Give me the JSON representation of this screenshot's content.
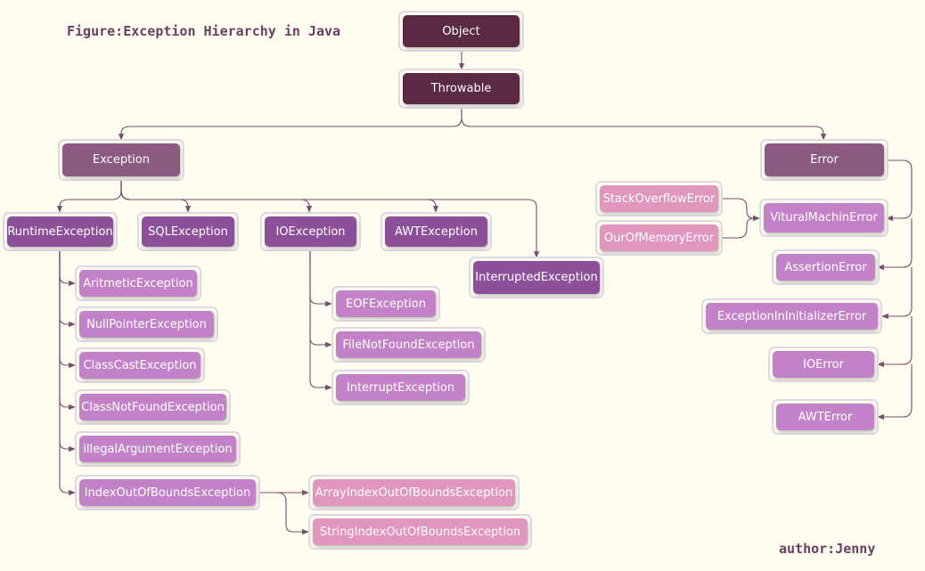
{
  "caption": "Figure:Exception Hierarchy in Java",
  "author": "author:Jenny",
  "colors": {
    "background": "#fefdf0",
    "level0": "#5a2a42",
    "level1": "#8a5a80",
    "level2": "#8c4f9a",
    "level3": "#c382c8",
    "level4": "#e096bd",
    "edge": "#7a4d6a"
  },
  "nodes": {
    "object": "Object",
    "throwable": "Throwable",
    "exception": "Exception",
    "error": "Error",
    "runtime": "RuntimeException",
    "sql": "SQLException",
    "io": "IOException",
    "awt": "AWTException",
    "interrupted": "InterruptedException",
    "aritmetic": "AritmeticException",
    "nullpointer": "NullPointerException",
    "classcast": "ClassCastException",
    "classnotfound": "ClassNotFoundException",
    "illegalarg": "illegalArgumentException",
    "indexoob": "IndexOutOfBoundsException",
    "arrayioob": "ArrayIndexOutOfBoundsException",
    "stringioob": "StringIndexOutOfBoundsException",
    "eof": "EOFException",
    "filenotfound": "FileNotFoundException",
    "interrupt": "InterruptException",
    "stackoverflow": "StackOverflowError",
    "outofmemory": "OurOfMemoryError",
    "virtualmachine": "VituralMachinError",
    "assertion": "AssertionError",
    "exinit": "ExceptionInInitializerError",
    "ioerror": "IOError",
    "awterror": "AWTError"
  }
}
